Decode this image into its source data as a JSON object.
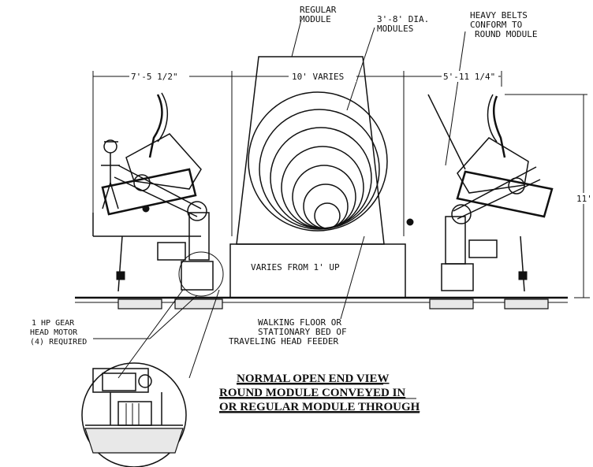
{
  "labels": {
    "regular_module_l1": "REGULAR",
    "regular_module_l2": "MODULE",
    "dia_modules_l1": "3'-8' DIA.",
    "dia_modules_l2": "MODULES",
    "heavy_belts_l1": "HEAVY BELTS",
    "heavy_belts_l2": "CONFORM TO",
    "heavy_belts_l3": "ROUND MODULE",
    "dim_left": "7'-5 1/2\"",
    "dim_center": "10' VARIES",
    "dim_right": "5'-11 1/4\"",
    "dim_height": "11'",
    "varies_from": "VARIES FROM 1' UP",
    "floor_l1": "WALKING FLOOR OR",
    "floor_l2": "STATIONARY BED OF",
    "floor_l3": "TRAVELING HEAD FEEDER",
    "motor_l1": "1 HP GEAR",
    "motor_l2": "HEAD MOTOR",
    "motor_l3": "(4) REQUIRED"
  },
  "caption": {
    "line1": "NORMAL OPEN END VIEW",
    "line2": "ROUND MODULE CONVEYED IN",
    "line3": "OR REGULAR MODULE THROUGH"
  }
}
